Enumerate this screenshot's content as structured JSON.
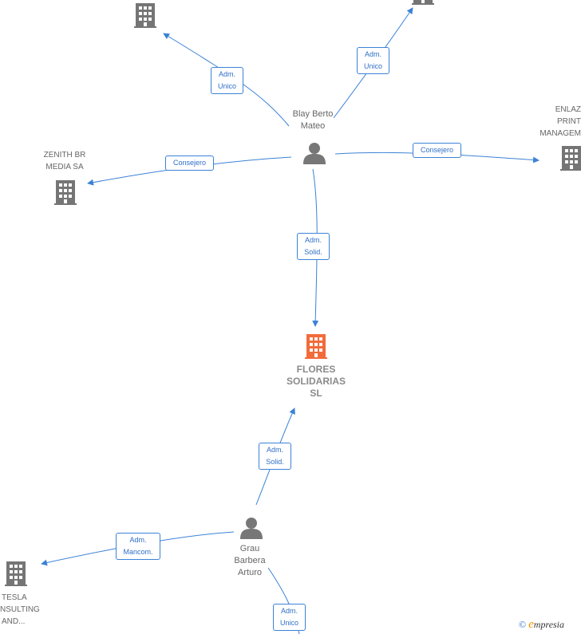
{
  "colors": {
    "edge": "#3b82d6",
    "building": "#757575",
    "main_building": "#f26b3a",
    "person": "#777777"
  },
  "nodes": {
    "blay": {
      "label_lines": [
        "Blay Berto",
        "Mateo"
      ],
      "icon": "person-icon"
    },
    "grau": {
      "label_lines": [
        "Grau",
        "Barbera",
        "Arturo"
      ],
      "icon": "person-icon"
    },
    "flores": {
      "label_lines": [
        "FLORES",
        "SOLIDARIAS",
        "SL"
      ],
      "icon": "building-icon"
    },
    "zenith": {
      "label_lines": [
        "ZENITH BR",
        "MEDIA SA"
      ],
      "icon": "building-icon"
    },
    "enlaz": {
      "label_lines": [
        "ENLAZ",
        "PRINT",
        "MANAGEM"
      ],
      "icon": "building-icon"
    },
    "tesla": {
      "label_lines": [
        "TESLA",
        "NSULTING",
        "AND..."
      ],
      "icon": "building-icon"
    }
  },
  "edges": {
    "e1": [
      "Adm.",
      "Unico"
    ],
    "e2": [
      "Adm.",
      "Unico"
    ],
    "e3": [
      "Consejero"
    ],
    "e4": [
      "Consejero"
    ],
    "e5": [
      "Adm.",
      "Solid."
    ],
    "e6": [
      "Adm.",
      "Solid."
    ],
    "e7": [
      "Adm.",
      "Mancom."
    ],
    "e8": [
      "Adm.",
      "Unico"
    ]
  },
  "footer": {
    "copyright": "©",
    "brand_initial": "e",
    "brand_rest": "mpresia"
  }
}
